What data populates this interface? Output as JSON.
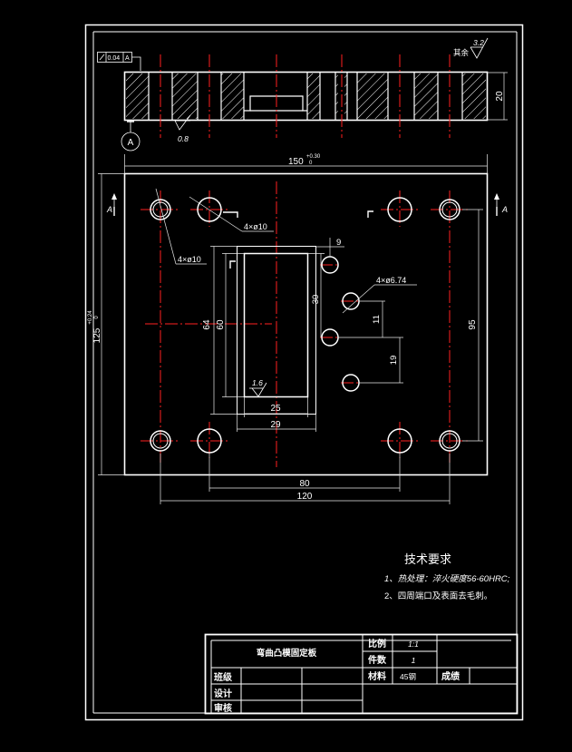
{
  "colors": {
    "background": "#000000",
    "outline": "#ffffff",
    "centerline": "#ff2020",
    "dimension": "#e8e8e8",
    "hatch": "#ffffff"
  },
  "section_view": {
    "flatness_tolerance": "0.04",
    "datum_ref": "A",
    "datum_label": "A",
    "roughness_bottom": "0.8",
    "roughness_general": "3.2",
    "roughness_general_prefix": "其余",
    "thickness_dim": "20"
  },
  "plan_view": {
    "section_mark_left": "A",
    "section_mark_right": "A",
    "width_dim": "150",
    "width_tol_upper": "+0.30",
    "width_tol_lower": "0",
    "height_dim": "125",
    "height_tol_upper": "+0.24",
    "height_tol_lower": "0",
    "hole_callout_1": "4×ø10",
    "hole_callout_2": "4×ø10",
    "small_hole_callout": "4×ø6.74",
    "dim_9": "9",
    "dim_30": "30",
    "dim_11": "11",
    "dim_19": "19",
    "dim_95": "95",
    "dim_64": "64",
    "dim_60": "60",
    "dim_25": "25",
    "dim_29": "29",
    "dim_80": "80",
    "dim_120": "120",
    "roughness_slot": "1.6"
  },
  "tech_requirements": {
    "title": "技术要求",
    "items": [
      "1、热处理：淬火硬度56-60HRC;",
      "2、四周端口及表面去毛刺。"
    ]
  },
  "title_block": {
    "part_name": "弯曲凸模固定板",
    "scale_label": "比例",
    "scale_value": "1:1",
    "quantity_label": "件数",
    "quantity_value": "1",
    "material_label": "材料",
    "material_value": "45钢",
    "grade_label": "成绩",
    "drawn_label": "班级",
    "design_label": "设计",
    "review_label": "审核"
  }
}
